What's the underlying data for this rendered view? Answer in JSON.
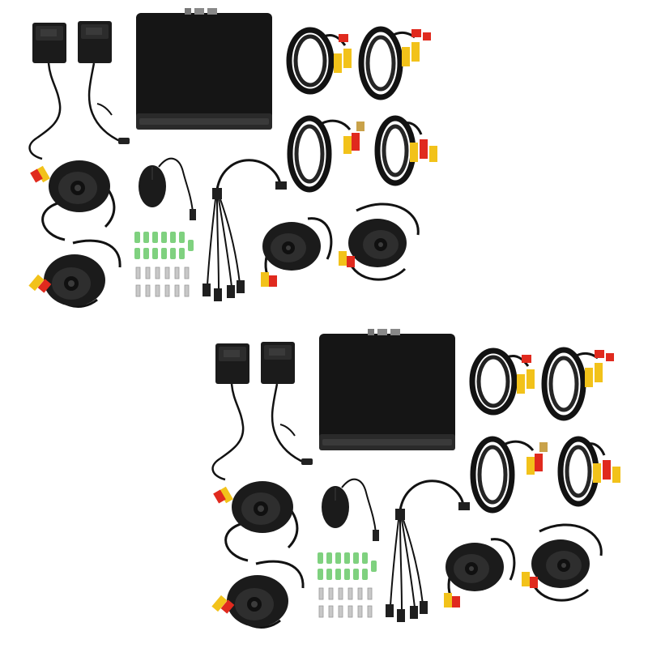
{
  "image": {
    "subject": "cctv-camera-kit",
    "kit_count": 2,
    "background": "#ffffff",
    "colors": {
      "device_black": "#1b1b1b",
      "dvr_top": "#151515",
      "dvr_front": "#2a2a2a",
      "cable_black": "#121212",
      "connector_yellow": "#f2c21a",
      "connector_red": "#e02a1e",
      "connector_gold": "#c9a24a",
      "anchor_green": "#7fd17f",
      "screw_silver": "#c8c8c8",
      "ir_led": "#4a4a4a"
    },
    "kit_components": [
      "power-adapter",
      "power-adapter",
      "dvr-recorder",
      "bnc-power-cable",
      "bnc-power-cable",
      "bnc-power-cable",
      "bnc-power-cable",
      "dome-camera",
      "dome-camera",
      "dome-camera",
      "dome-camera",
      "usb-mouse",
      "power-splitter-cable",
      "wall-anchors",
      "mounting-screws"
    ]
  }
}
